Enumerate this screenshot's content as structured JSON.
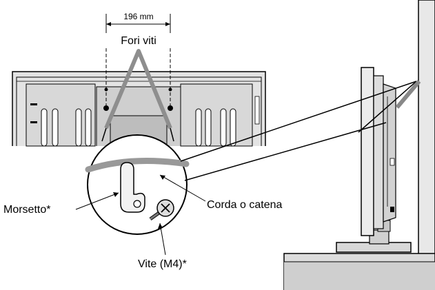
{
  "labels": {
    "dimension": "196 mm",
    "screw_holes": "Fori viti",
    "clamp": "Morsetto*",
    "cord": "Corda o catena",
    "screw": "Vite (M4)*"
  }
}
